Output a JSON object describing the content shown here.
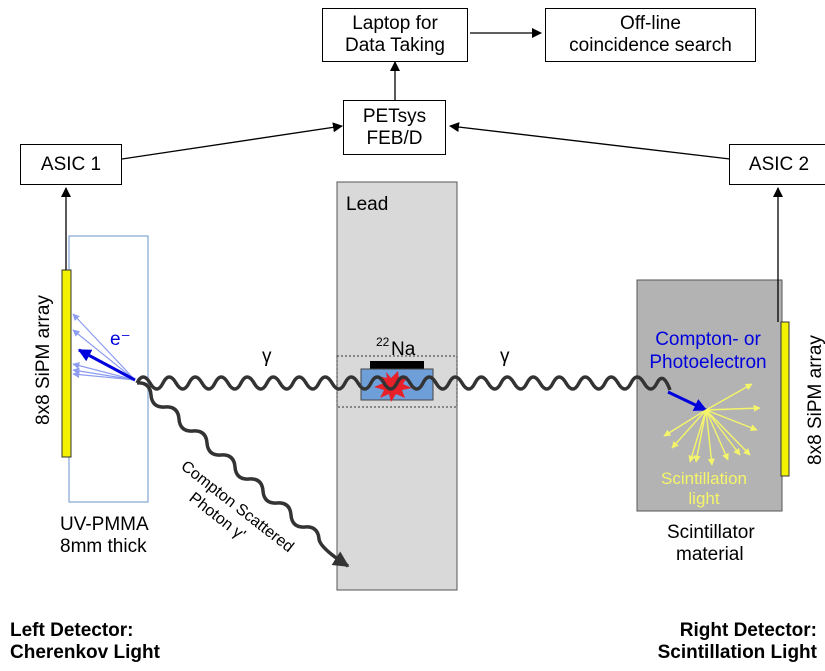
{
  "boxes": {
    "laptop": "Laptop for\nData Taking",
    "offline": "Off-line\ncoincidence search",
    "petsys": "PETsys\nFEB/D",
    "asic1": "ASIC 1",
    "asic2": "ASIC 2"
  },
  "labels": {
    "lead": "Lead",
    "na22_sup": "22",
    "na22": "Na",
    "gamma_left": "γ",
    "gamma_right": "γ",
    "electron": "e⁻",
    "compton_line1": "Compton- or",
    "compton_line2": "Photoelectron",
    "scint_light_1": "Scintillation",
    "scint_light_2": "light",
    "sipm_left": "8x8 SiPM array",
    "sipm_right": "8x8 SiPM array",
    "uvpmma_1": "UV-PMMA",
    "uvpmma_2": "8mm thick",
    "scint_mat_1": "Scintillator",
    "scint_mat_2": "material",
    "compton_photon_1": "Compton Scattered",
    "compton_photon_2": "Photon γ'",
    "left_detector_1": "Left Detector:",
    "left_detector_2": "Cherenkov Light",
    "right_detector_1": "Right Detector:",
    "right_detector_2": "Scintillation Light"
  },
  "colors": {
    "sipm": "#f2f200",
    "lead": "#d9d9d9",
    "scintillator": "#b3b3b3",
    "source": "#6f9fd8",
    "burst": "#e8202a",
    "electron": "#0000dd",
    "scint_light": "#f5f56a",
    "pmma_border": "#7fa6d6"
  }
}
